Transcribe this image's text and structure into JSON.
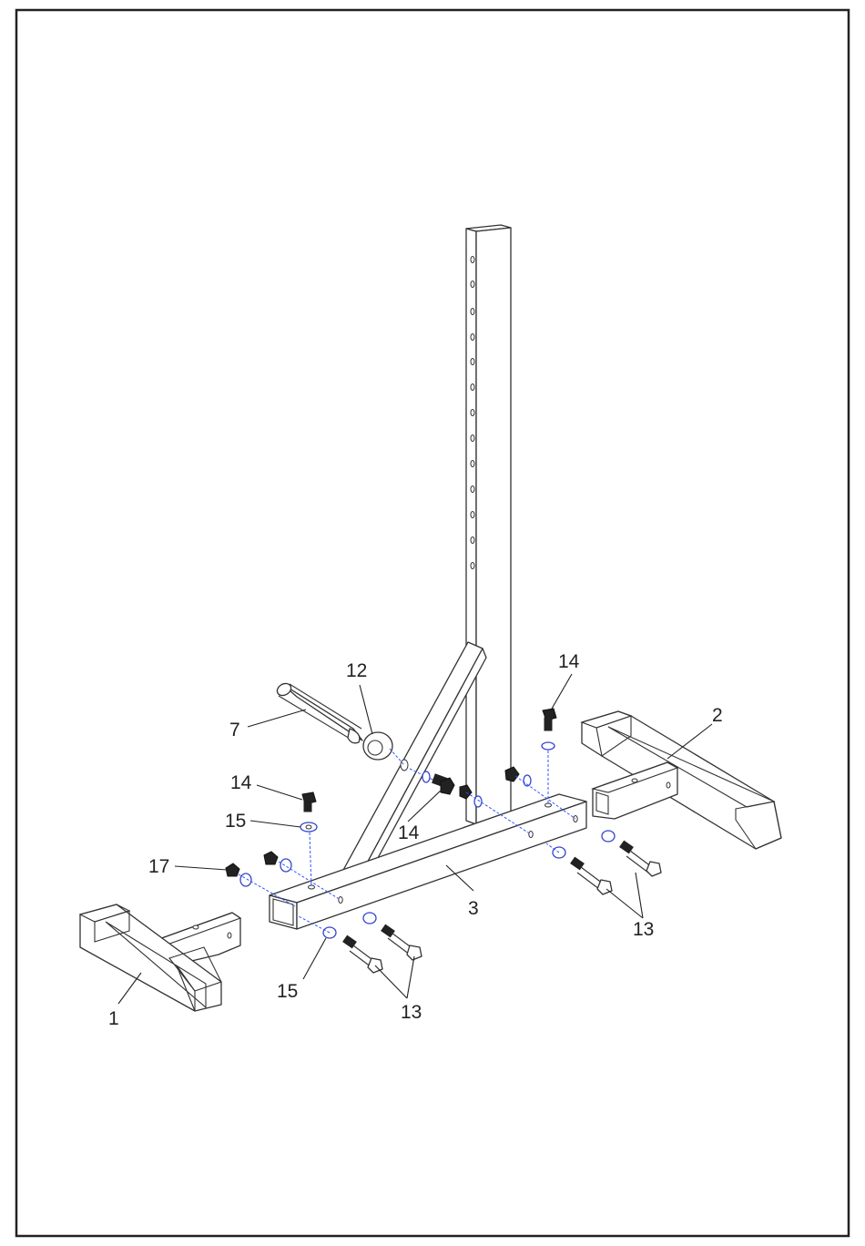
{
  "callouts": {
    "p1": "1",
    "p2": "2",
    "p3": "3",
    "p7": "7",
    "p12": "12",
    "p13a": "13",
    "p13b": "13",
    "p14a": "14",
    "p14b": "14",
    "p14c": "14",
    "p15a": "15",
    "p15b": "15",
    "p17": "17"
  }
}
